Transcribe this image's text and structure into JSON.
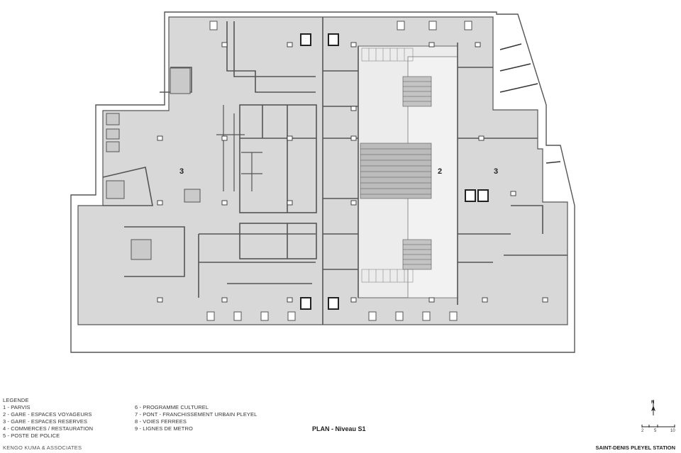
{
  "zones": [
    {
      "label": "3"
    },
    {
      "label": "2"
    },
    {
      "label": "3"
    }
  ],
  "legend": {
    "title": "LEGENDE",
    "items_col1": [
      "1 - PARVIS",
      "2 - GARE - ESPACES VOYAGEURS",
      "3 - GARE - ESPACES RESERVES",
      "4 - COMMERCES / RESTAURATION",
      "5 - POSTE DE POLICE"
    ],
    "items_col2": [
      "6 - PROGRAMME CULTUREL",
      "7 - PONT - FRANCHISSEMENT URBAIN PLEYEL",
      "8 - VOIES FERREES",
      "9 - LIGNES DE METRO"
    ]
  },
  "plan_title": "PLAN - Niveau S1",
  "office": "KENGO KUMA & ASSOCIATES",
  "project": "SAINT-DENIS PLEYEL STATION",
  "north_letter": "N",
  "scale": [
    "2",
    "5",
    "10"
  ],
  "colors": {
    "fill": "#d8d8d8",
    "wall": "#555555",
    "void": "#ececec"
  }
}
